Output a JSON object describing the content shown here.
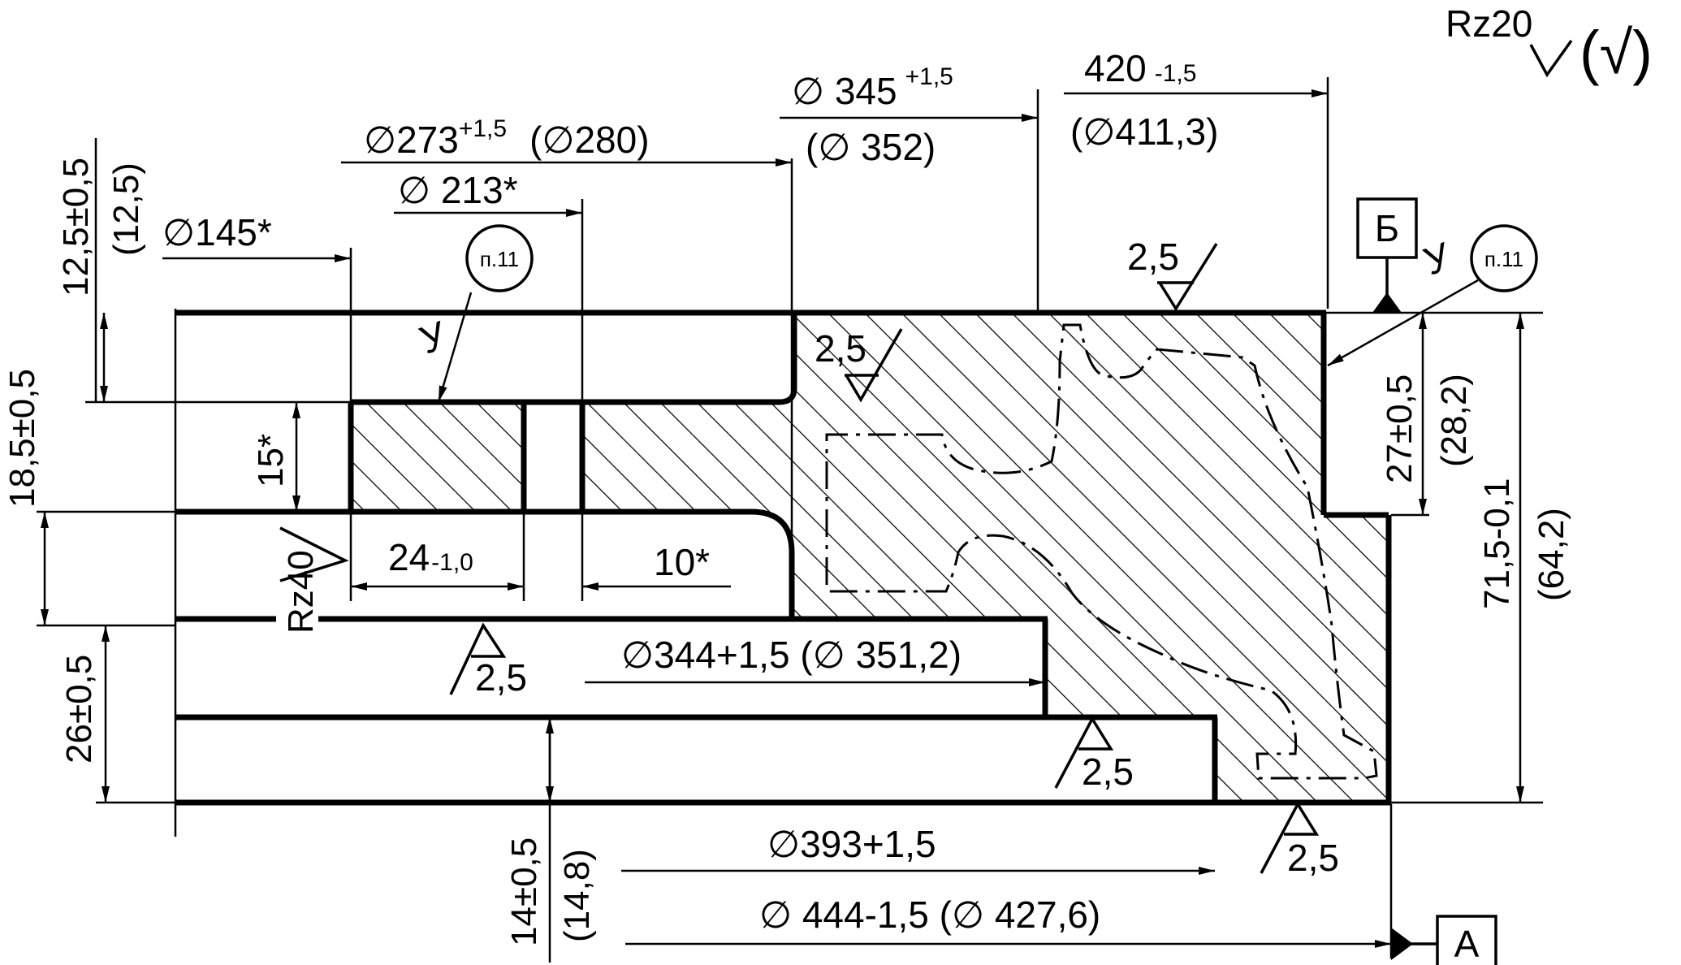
{
  "drawing": {
    "roughness_general": "Rz20",
    "roughness_general_paren": "(√)",
    "dimensions": {
      "d145": "∅145*",
      "d213": "∅ 213*",
      "d273_base": "∅273",
      "d273_tol": "+1,5",
      "d273_ref": "(∅280)",
      "d345_base": "∅ 345",
      "d345_tol": "+1,5",
      "d345_ref": "(∅ 352)",
      "w420_base": "420",
      "w420_tol": "-1,5",
      "w420_ref": "(∅411,3)",
      "d344": "∅344+1,5 (∅ 351,2)",
      "d393": "∅393+1,5",
      "d444": "∅ 444-1,5  (∅ 427,6)",
      "h12": "12,5±0,5",
      "h12_ref": "(12,5)",
      "h18": "18,5±0,5",
      "h15": "15*",
      "h26": "26±0,5",
      "h14": "14±0,5",
      "h14_ref": "(14,8)",
      "h27": "27±0,5",
      "h27_ref": "(28,2)",
      "h71": "71,5-0,1",
      "h71_ref": "(64,2)",
      "w24_base": "24",
      "w24_tol": "-1,0",
      "w10": "10*"
    },
    "roughness_marks": {
      "r1": "2,5",
      "r2": "2,5",
      "r3": "2,5",
      "r4": "2,5",
      "r5": "2,5",
      "rz40": "Rz40"
    },
    "notes": {
      "note_left": "п.11",
      "note_right": "п.11",
      "weld_left": "У",
      "weld_right": "У"
    },
    "datums": {
      "datum_b": "Б",
      "datum_a": "А"
    }
  }
}
